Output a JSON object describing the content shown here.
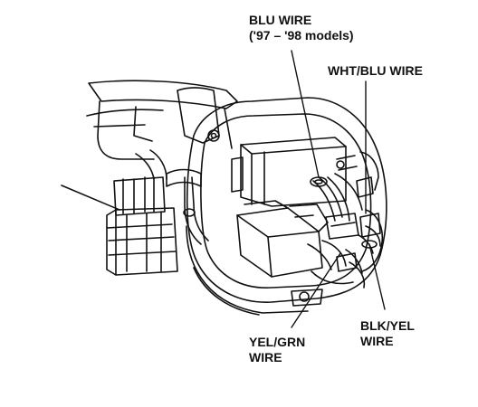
{
  "diagram": {
    "labels": {
      "blu_wire": {
        "line1": "BLU WIRE",
        "line2": "('97 – '98 models)"
      },
      "wht_blu_wire": {
        "line1": "WHT/BLU WIRE"
      },
      "blk_yel_wire": {
        "line1": "BLK/YEL",
        "line2": "WIRE"
      },
      "yel_grn_wire": {
        "line1": "YEL/GRN",
        "line2": "WIRE"
      }
    },
    "colors": {
      "ink": "#111111",
      "paper": "#ffffff"
    }
  }
}
